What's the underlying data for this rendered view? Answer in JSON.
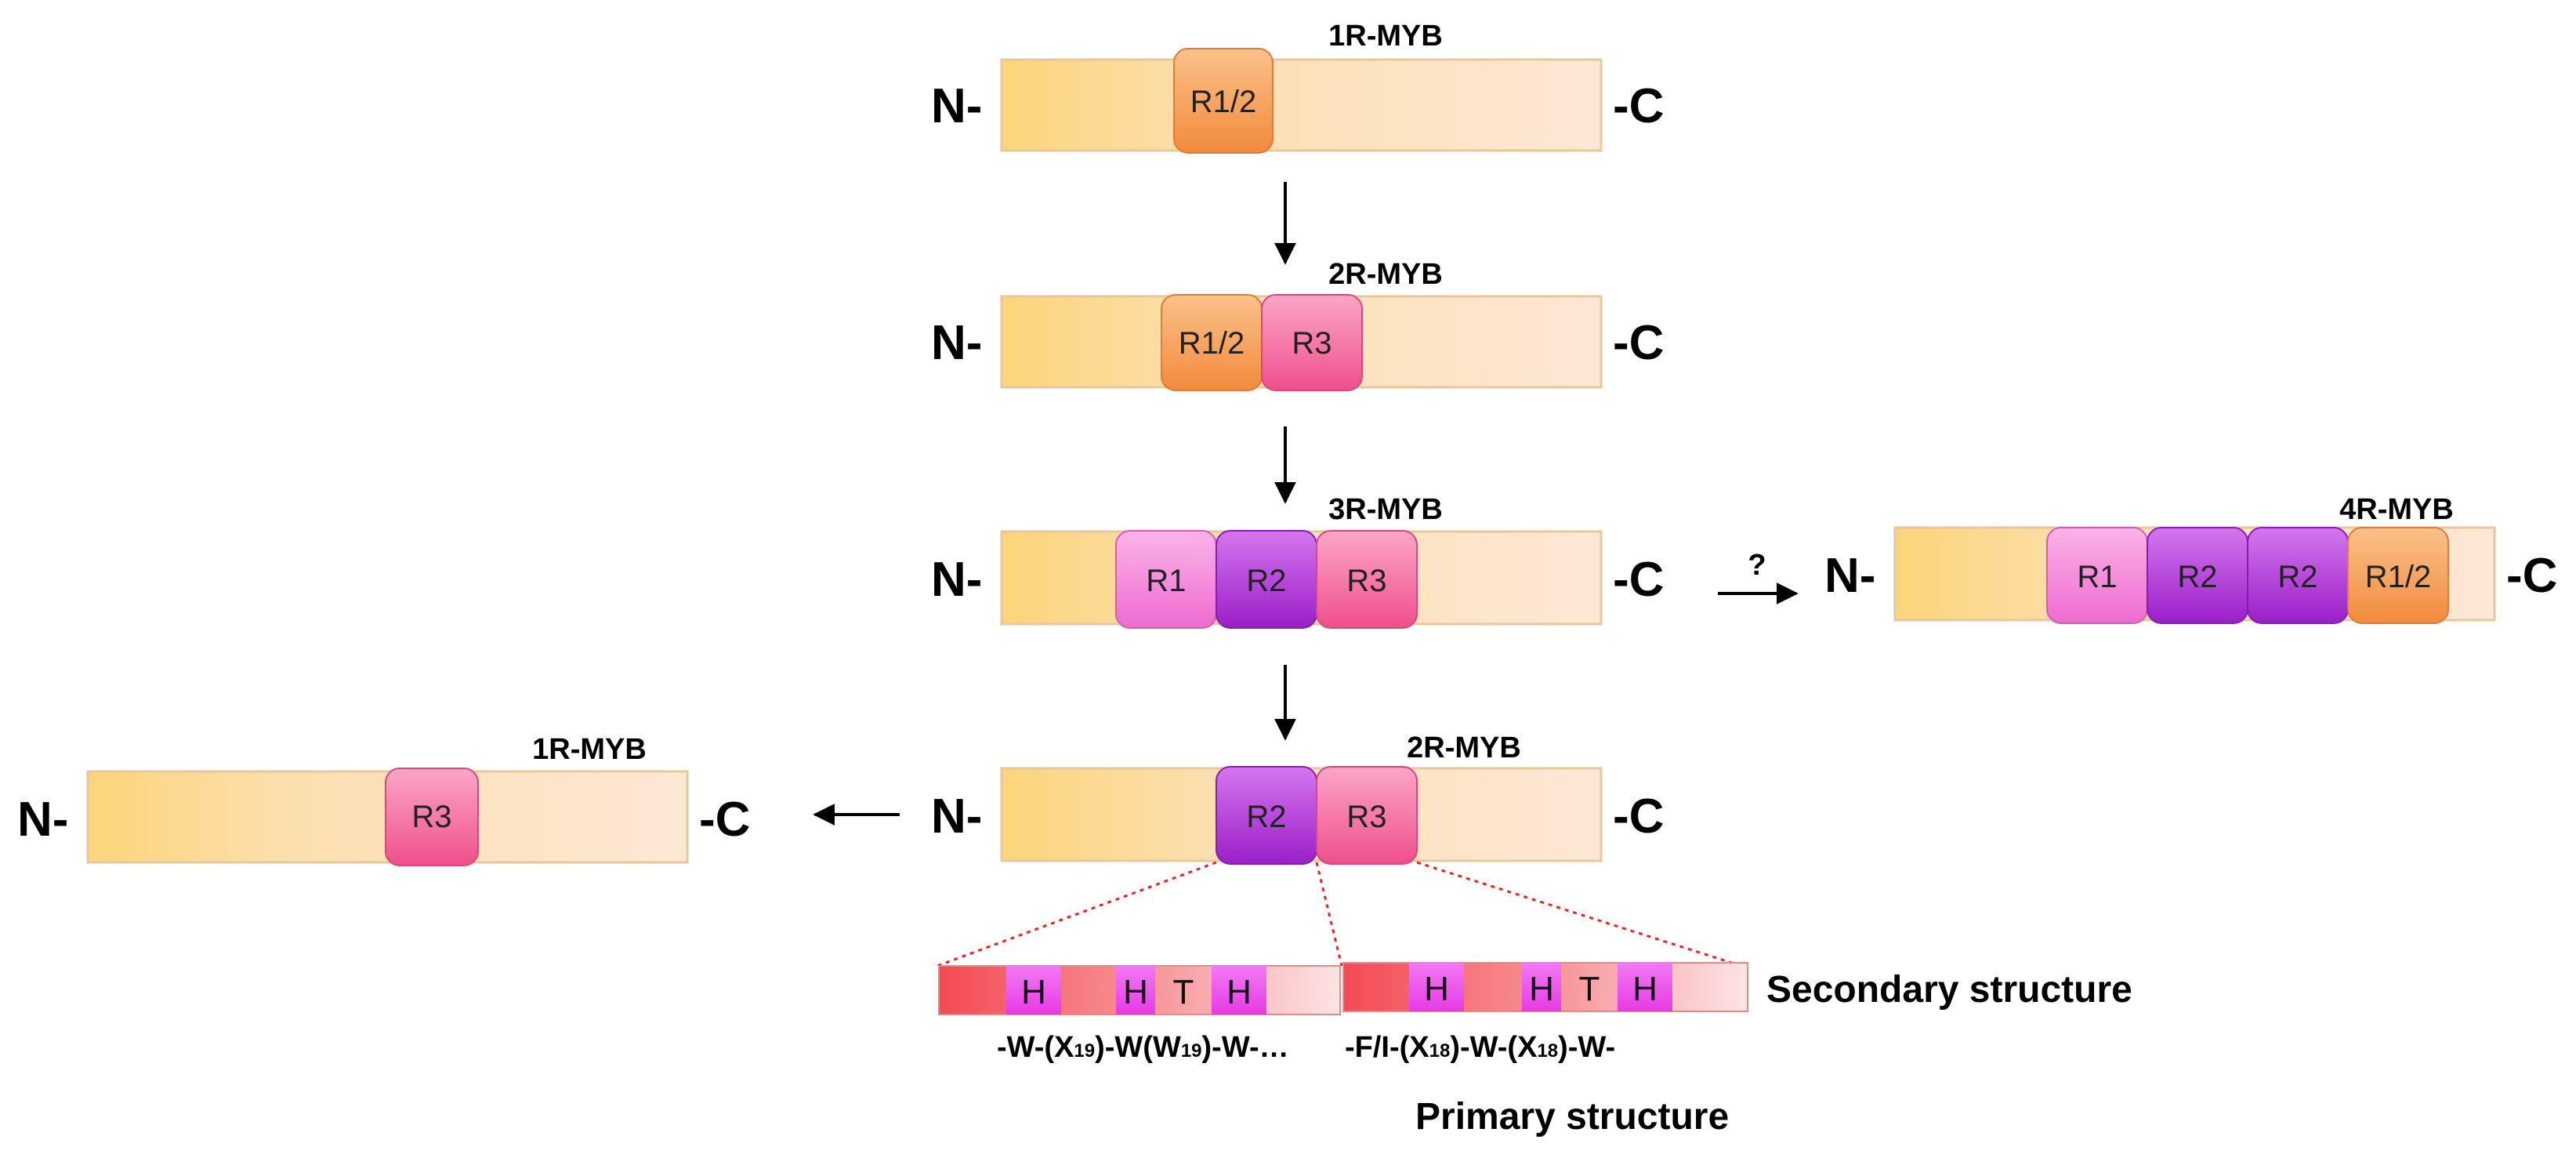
{
  "terminals": {
    "n": "N-",
    "c": "-C"
  },
  "proteins": {
    "top_1r": {
      "title": "1R-MYB",
      "domains": [
        "R1/2"
      ]
    },
    "second_2r": {
      "title": "2R-MYB",
      "domains": [
        "R1/2",
        "R3"
      ]
    },
    "middle_3r": {
      "title": "3R-MYB",
      "domains": [
        "R1",
        "R2",
        "R3"
      ]
    },
    "right_4r": {
      "title": "4R-MYB",
      "domains": [
        "R1",
        "R2",
        "R2",
        "R1/2"
      ]
    },
    "lower_2r": {
      "title": "2R-MYB",
      "domains": [
        "R2",
        "R3"
      ]
    },
    "left_1r": {
      "title": "1R-MYB",
      "domains": [
        "R3"
      ]
    }
  },
  "arrows": {
    "question_label": "?"
  },
  "secondary_structure": {
    "left_segments": [
      "H",
      "H",
      "T",
      "H"
    ],
    "right_segments": [
      "H",
      "H",
      "T",
      "H"
    ],
    "label": "Secondary structure"
  },
  "primary_structure": {
    "left_sequence": {
      "pre": "-W-(X",
      "sub1": "19",
      "mid": ")-W(W",
      "sub2": "19",
      "post": ")-W-…"
    },
    "right_sequence": {
      "pre": "-F/I-(X",
      "sub1": "18",
      "mid": ")-W-(X",
      "sub2": "18",
      "post": ")-W-"
    },
    "label": "Primary structure"
  },
  "colors": {
    "backbone_start": "#fbd77a",
    "backbone_end": "#fde6cc",
    "r12": "#f6a25c",
    "r1": "#f58ad8",
    "r2": "#b032d8",
    "r3": "#f56fa6",
    "helix": "#ee45ee"
  }
}
